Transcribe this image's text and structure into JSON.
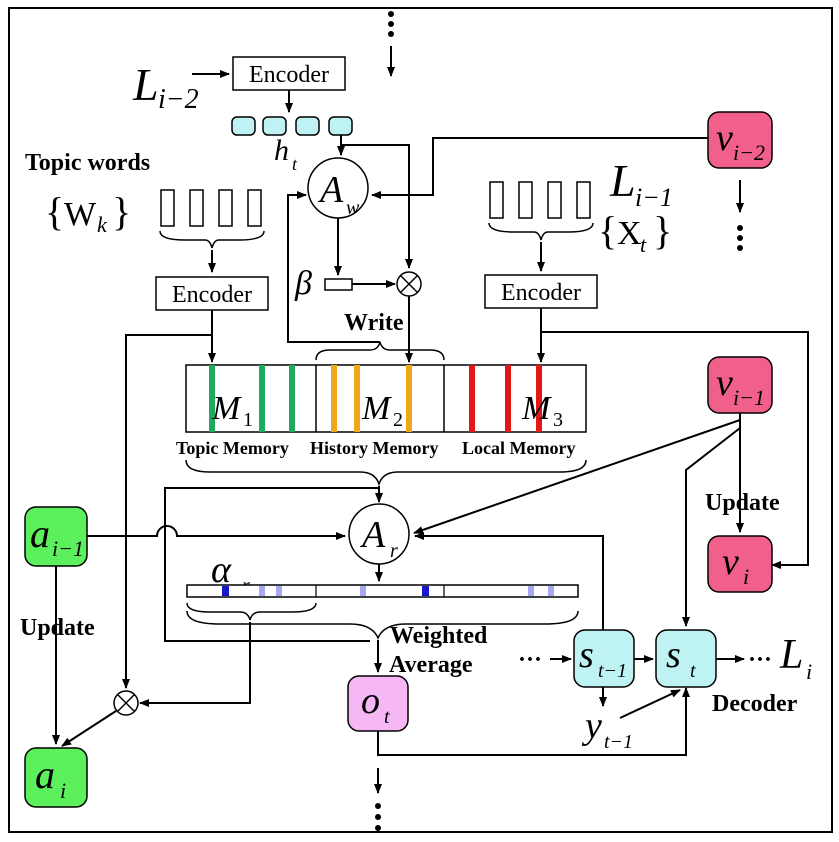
{
  "labels": {
    "L_prev2": "L",
    "L_prev2_sub": "i−2",
    "encoder_top": "Encoder",
    "h_t": "h",
    "h_t_sub": "t",
    "topic_words": "Topic words",
    "wk_brace_open": "{",
    "wk_W": "W",
    "wk_sub": "k",
    "wk_brace_close": "}",
    "encoder_left": "Encoder",
    "A_w": "A",
    "A_w_sub": "w",
    "beta": "β",
    "write": "Write",
    "L_prev1": "L",
    "L_prev1_sub": "i−1",
    "xt_brace_open": "{",
    "xt_X": "X",
    "xt_sub": "t",
    "xt_brace_close": "}",
    "encoder_right": "Encoder",
    "v_prev2": "v",
    "v_prev2_sub": "i−2",
    "v_prev1": "v",
    "v_prev1_sub": "i−1",
    "v_i": "v",
    "v_i_sub": "i",
    "M1": "M",
    "M1_sub": "1",
    "M2": "M",
    "M2_sub": "2",
    "M3": "M",
    "M3_sub": "3",
    "topic_memory": "Topic Memory",
    "history_memory": "History Memory",
    "local_memory": "Local Memory",
    "update_right": "Update",
    "a_prev": "a",
    "a_prev_sub": "i−1",
    "A_r": "A",
    "A_r_sub": "r",
    "alpha": "α",
    "alpha_sub": "r",
    "update_left": "Update",
    "weighted": "Weighted",
    "average": "Average",
    "o_t": "o",
    "o_t_sub": "t",
    "s_prev": "s",
    "s_prev_sub": "t−1",
    "s_t": "s",
    "s_t_sub": "t",
    "L_i": "L",
    "L_i_sub": "i",
    "decoder": "Decoder",
    "y_prev": "y",
    "y_prev_sub": "t−1",
    "a_i": "a",
    "a_i_sub": "i",
    "ellipsis_left": "···",
    "ellipsis_right": "···"
  },
  "colors": {
    "green_node": "#5cf05c",
    "pink_node": "#f0608a",
    "violet_node": "#f5b8f5",
    "cyan_node": "#bff2f2",
    "topic_bar": "#1ea860",
    "history_bar": "#f0a818",
    "local_bar": "#e01818",
    "attn_dark": "#1818c8",
    "attn_light": "#a8a8f0"
  }
}
